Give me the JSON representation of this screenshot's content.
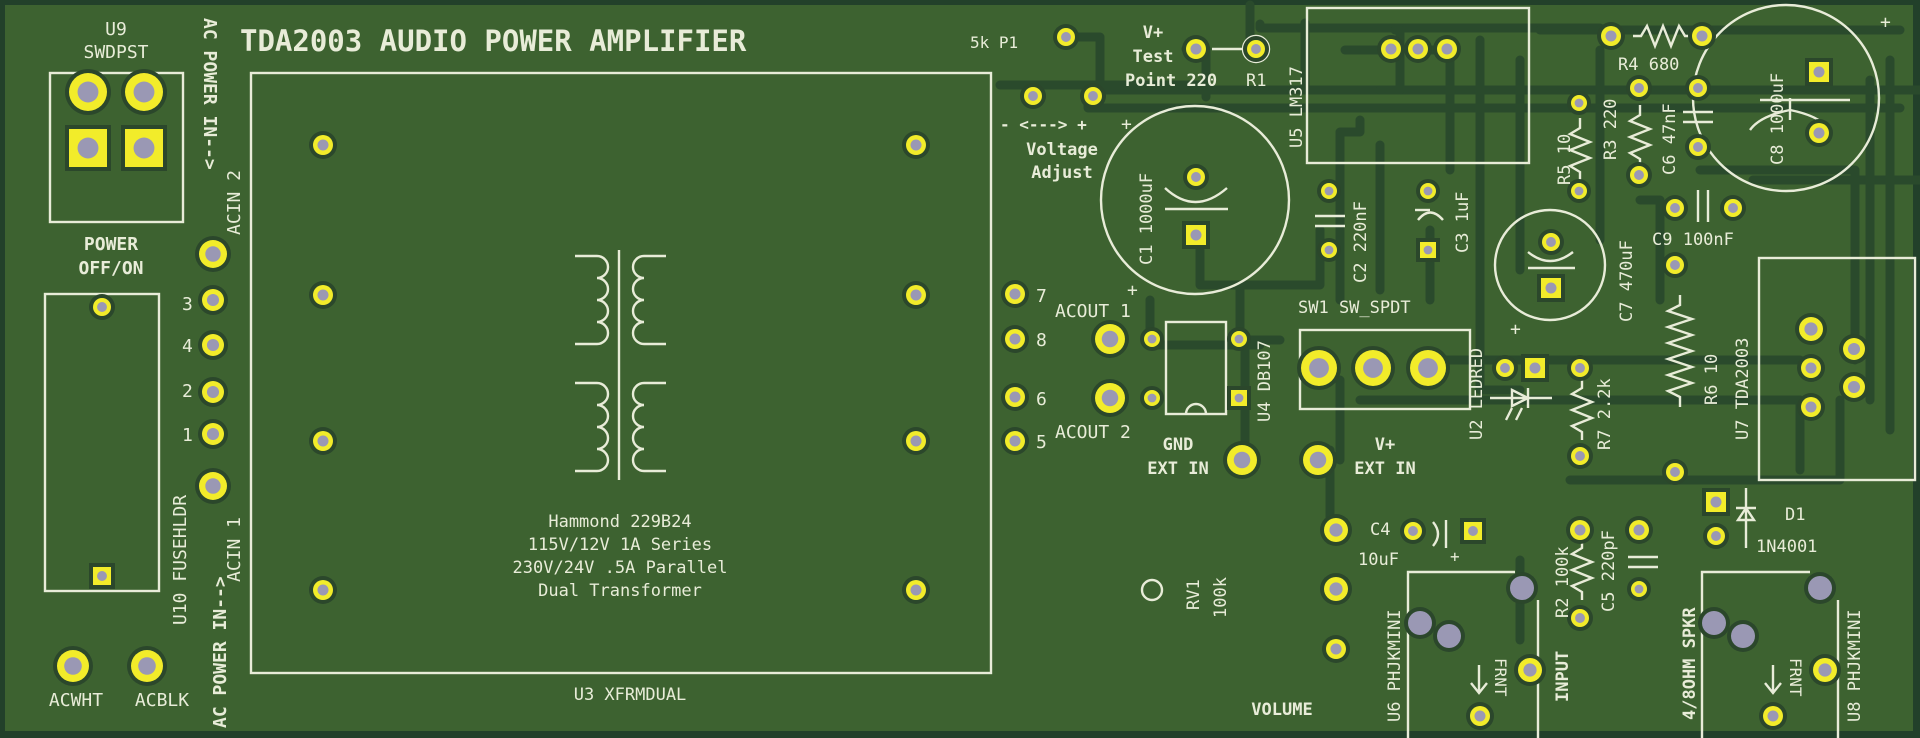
{
  "board": {
    "title": "TDA2003 AUDIO POWER AMPLIFIER",
    "colors": {
      "substrate": "#3d6230",
      "edge": "#22402a",
      "silkscreen": "#e8ecd8",
      "pad_copper": "#f2ec2a",
      "drill": "#9a98b4",
      "trace": "#2a4a2c"
    }
  },
  "labels": {
    "u9_ref": "U9",
    "u9_value": "SWDPST",
    "power_line1": "POWER",
    "power_line2": "OFF/ON",
    "ac_power_in_top": "AC POWER IN-->",
    "acin2": "ACIN 2",
    "ac_power_in_bottom": "AC POWER IN-->",
    "acin1": "ACIN 1",
    "u10": "U10 FUSEHLDR",
    "acwht": "ACWHT",
    "acblk": "ACBLK",
    "pin3": "3",
    "pin4": "4",
    "pin2": "2",
    "pin1": "1",
    "xfmr_line1": "Hammond 229B24",
    "xfmr_line2": "115V/12V 1A Series",
    "xfmr_line3": "230V/24V .5A Parallel",
    "xfmr_line4": "Dual Transformer",
    "u3": "U3  XFRMDUAL",
    "pin7": "7",
    "pin8": "8",
    "pin6": "6",
    "pin5": "5",
    "acout1": "ACOUT 1",
    "acout2": "ACOUT 2",
    "p1": "5k P1",
    "voltage_arrow": "- <---> +",
    "voltage_adjust1": "Voltage",
    "voltage_adjust2": "Adjust",
    "vplus_test1": "V+",
    "vplus_test2": "Test",
    "vplus_test3": "Point 220",
    "r1": "R1",
    "u5": "U5 LM317",
    "c1": "C1 1000uF",
    "c2": "C2 220nF",
    "c3": "C3 1uF",
    "u4": "U4 DB107",
    "gnd_ext1": "GND",
    "gnd_ext2": "EXT IN",
    "sw1": "SW1 SW_SPDT",
    "vplus_ext1": "V+",
    "vplus_ext2": "EXT IN",
    "r5": "R5 10",
    "r3": "R3 220",
    "r4": "R4 680",
    "c6": "C6 47nF",
    "c8": "C8 1000uF",
    "c7": "C7 470uF",
    "c9": "C9 100nF",
    "u2": "U2 LEDRED",
    "r7": "R7 2.2k",
    "r6": "R6 10",
    "u7": "U7 TDA2003",
    "d1": "D1",
    "d1_value": "1N4001",
    "c4": "C4",
    "c4_value": "10uF",
    "rv1_ref": "RV1",
    "rv1_value": "100k",
    "volume": "VOLUME",
    "u6": "U6 PHJKMINI",
    "frnt_u6": "FRNT",
    "input": "INPUT",
    "r2": "R2 100k",
    "c5": "C5 220pF",
    "spkr": "4/8OHM SPKR",
    "frnt_u8": "FRNT",
    "u8": "U8 PHJKMINI",
    "plus": "+"
  }
}
